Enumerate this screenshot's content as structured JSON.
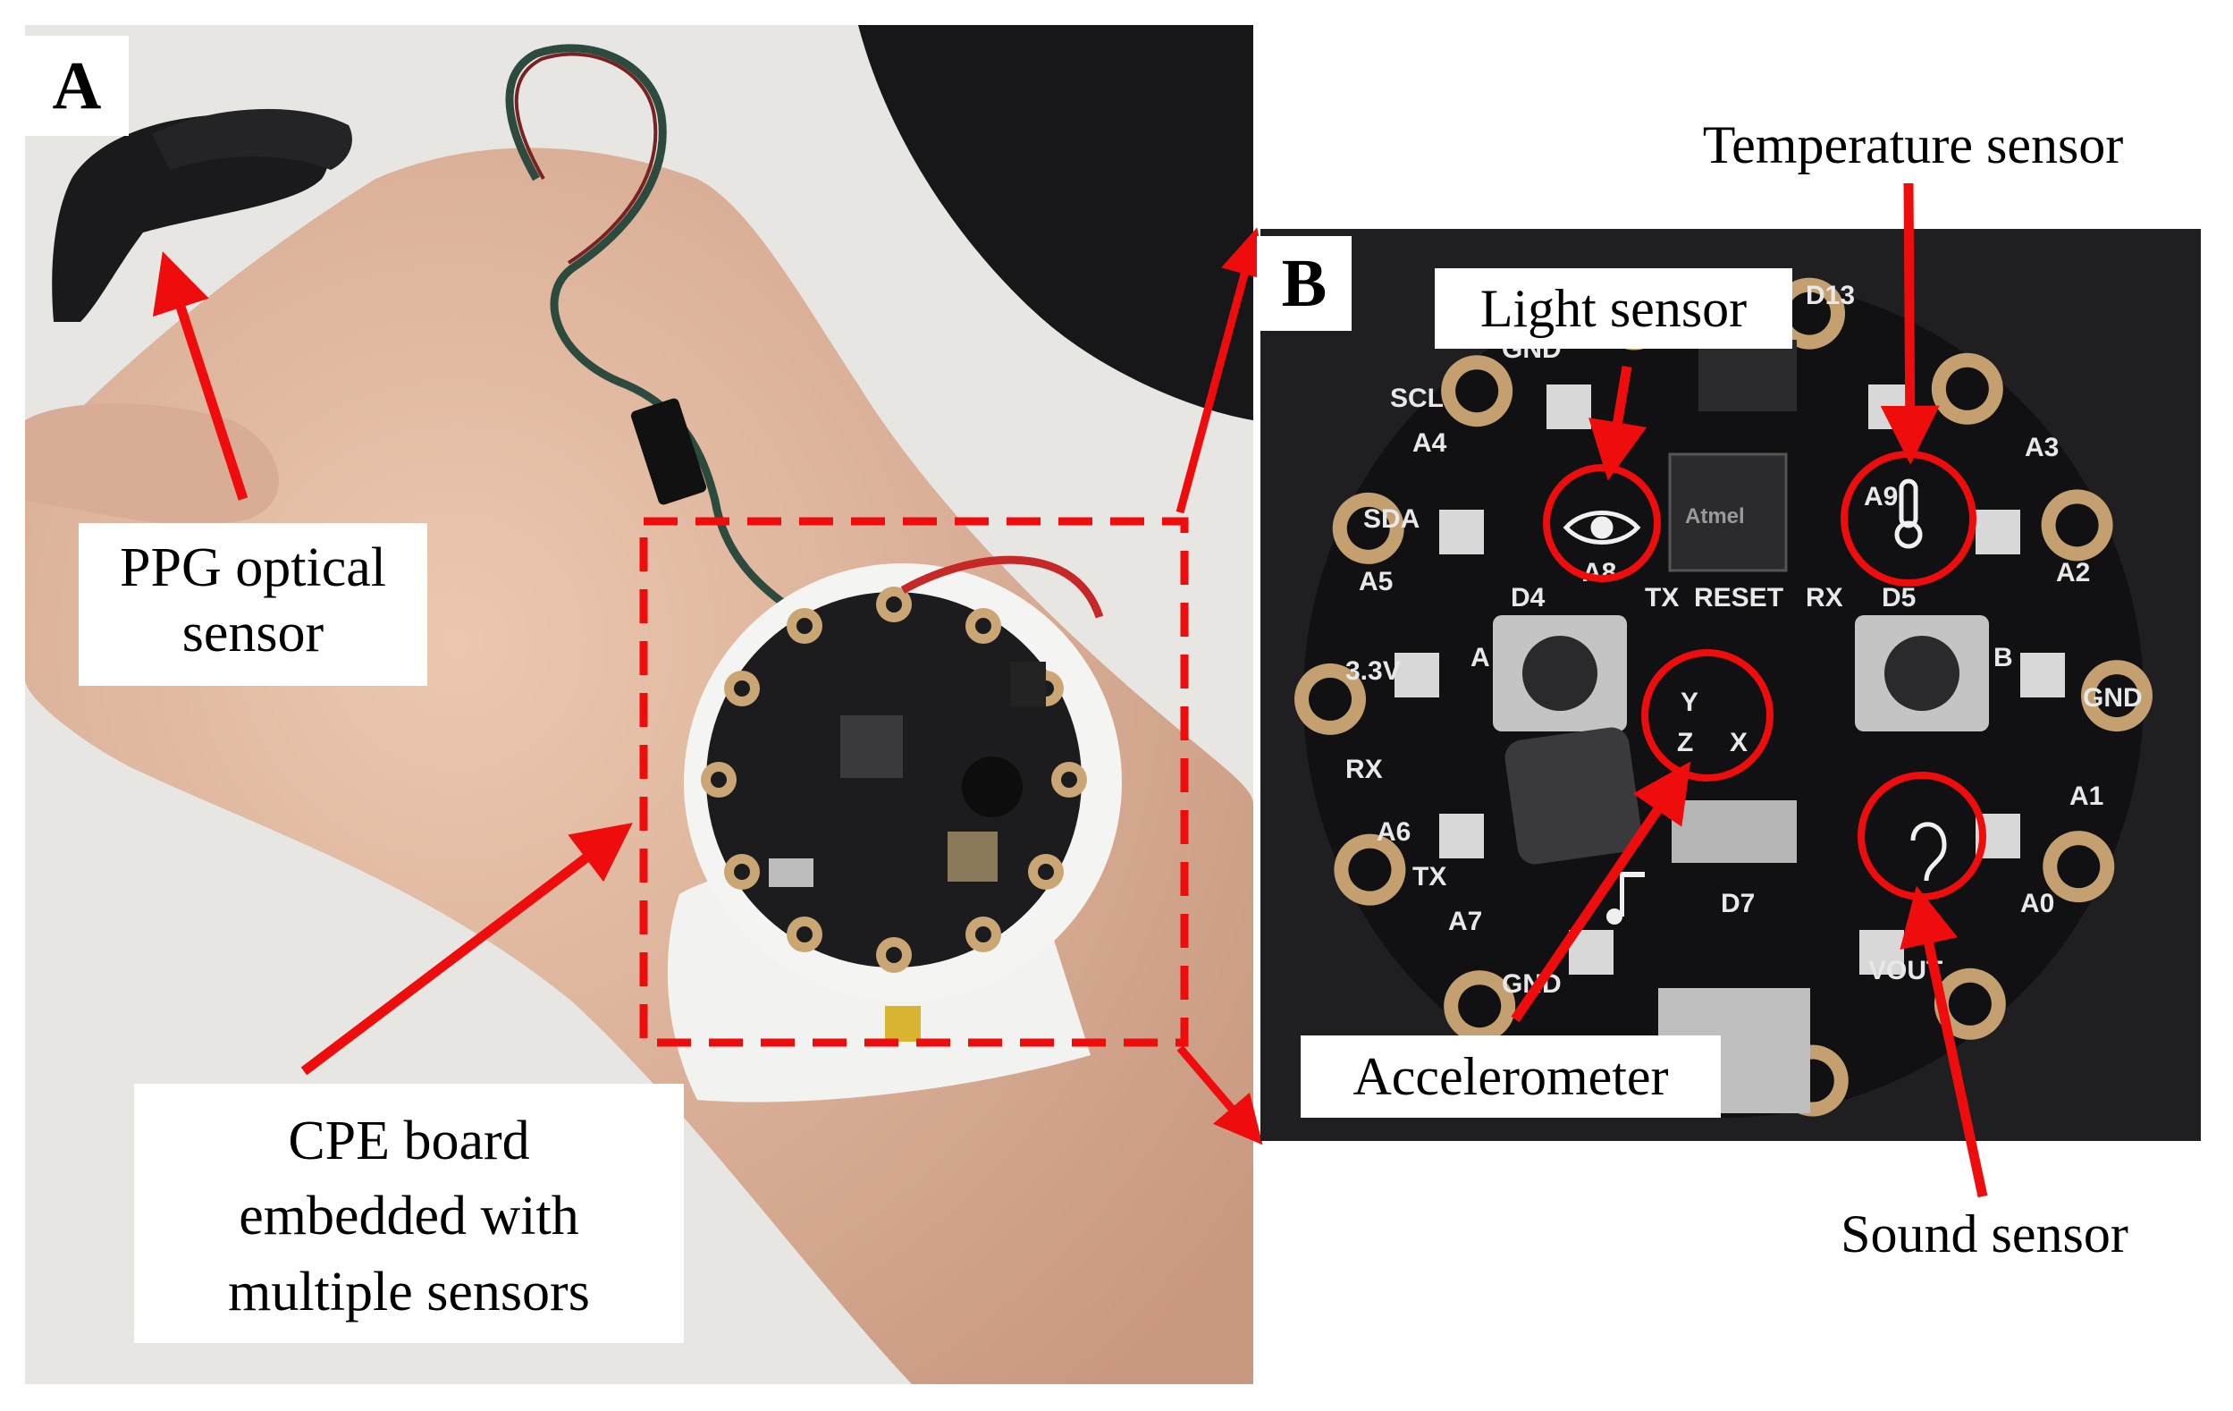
{
  "panels": [
    {
      "letter": "A",
      "name": "photo-wrist-wearable"
    },
    {
      "letter": "B",
      "name": "photo-cpe-board"
    }
  ],
  "annotations": {
    "ppg": "PPG optical sensor",
    "ppg_line1": "PPG optical",
    "ppg_line2": "sensor",
    "cpe_line1": "CPE board",
    "cpe_line2": "embedded with",
    "cpe_line3": "multiple sensors",
    "temperature": "Temperature sensor",
    "light": "Light sensor",
    "accelerometer": "Accelerometer",
    "sound": "Sound sensor"
  },
  "board_markings": [
    "GND",
    "SCL",
    "A4",
    "SDA",
    "A5",
    "3.3V",
    "RX",
    "A6",
    "TX",
    "A7",
    "GND",
    "A8",
    "A9",
    "A3",
    "A2",
    "GND",
    "A1",
    "A0",
    "VOUT",
    "D4",
    "D5",
    "D7",
    "D13",
    "TX",
    "RX",
    "RESET",
    "A",
    "B",
    "Atmel",
    "Y",
    "Z",
    "X"
  ],
  "colors": {
    "arrow": "#ee0c0c",
    "board": "#1b1b1d",
    "pad": "#c4a070",
    "background": "#ffffff"
  }
}
